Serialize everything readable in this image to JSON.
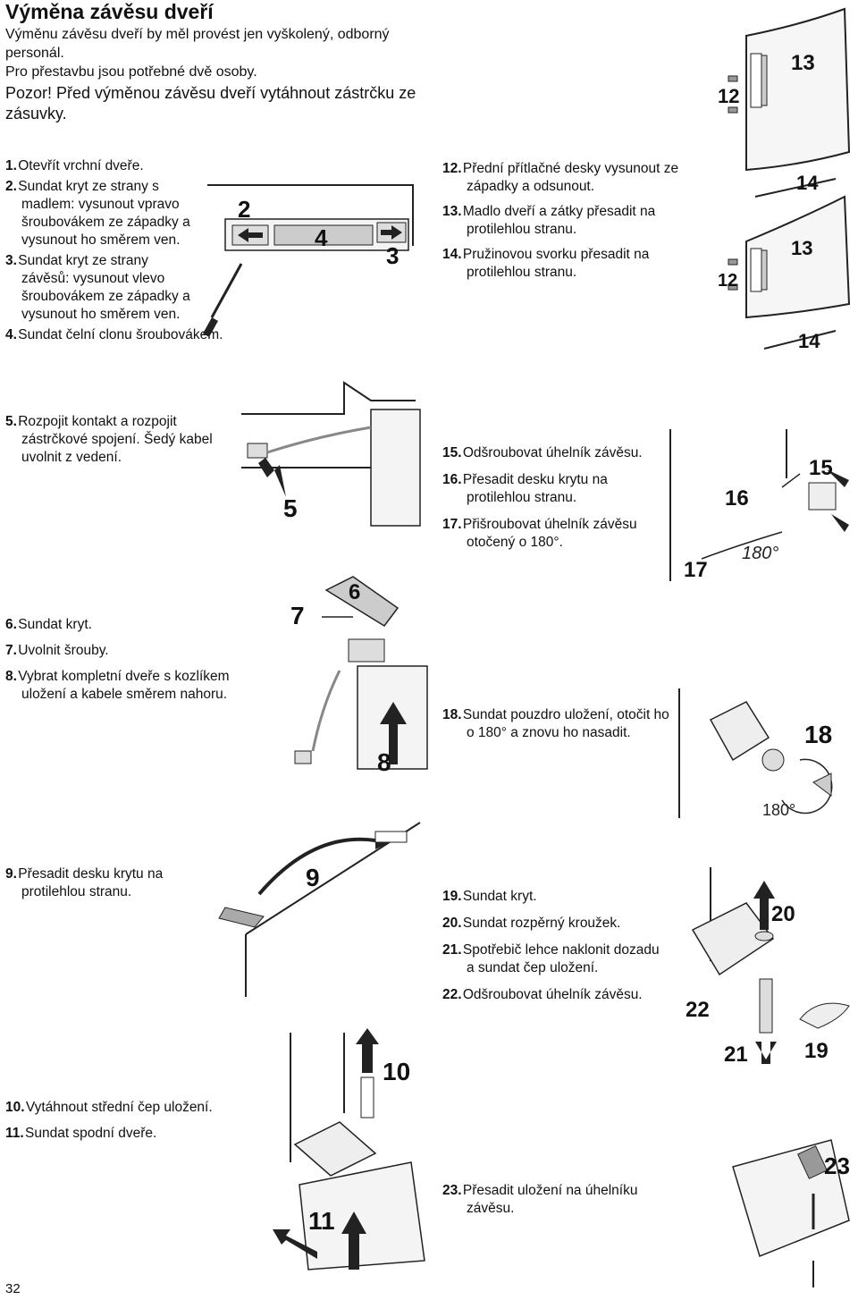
{
  "title": "Výměna závěsu dveří",
  "intro": [
    "Výměnu závěsu dveří by měl provést jen vyškolený, odborný personál.",
    "Pro přestavbu jsou potřebné dvě osoby."
  ],
  "warning": "Pozor! Před výměnou závěsu dveří vytáhnout zástrčku ze zásuvky.",
  "steps_a": [
    {
      "n": "1.",
      "t": "Otevřít vrchní dveře."
    },
    {
      "n": "2.",
      "t": "Sundat kryt ze strany s madlem: vysunout vpravo šroubovákem ze západky a vysunout ho směrem ven."
    },
    {
      "n": "3.",
      "t": "Sundat kryt ze strany závěsů: vysunout vlevo šroubovákem ze západky a vysunout ho směrem ven."
    },
    {
      "n": "4.",
      "t": "Sundat čelní clonu šroubovákem."
    }
  ],
  "steps_b": [
    {
      "n": "12.",
      "t": "Přední přítlačné desky vysunout ze západky a odsunout."
    },
    {
      "n": "13.",
      "t": "Madlo dveří a zátky přesadit na protilehlou stranu."
    },
    {
      "n": "14.",
      "t": "Pružinovou svorku přesadit na protilehlou stranu."
    }
  ],
  "step5": {
    "n": "5.",
    "t": "Rozpojit kontakt a rozpojit zástrčkové spojení. Šedý kabel uvolnit z vedení."
  },
  "steps_c": [
    {
      "n": "15.",
      "t": "Odšroubovat úhelník závěsu."
    },
    {
      "n": "16.",
      "t": "Přesadit desku krytu na protilehlou stranu."
    },
    {
      "n": "17.",
      "t": "Přišroubovat úhelník závěsu otočený o 180°."
    }
  ],
  "steps_d": [
    {
      "n": "6.",
      "t": "Sundat kryt."
    },
    {
      "n": "7.",
      "t": "Uvolnit šrouby."
    },
    {
      "n": "8.",
      "t": "Vybrat kompletní dveře s kozlíkem uložení a kabele směrem nahoru."
    }
  ],
  "step18": {
    "n": "18.",
    "t": "Sundat pouzdro uložení, otočit ho o 180° a znovu ho nasadit."
  },
  "step9": {
    "n": "9.",
    "t": "Přesadit desku krytu na protilehlou stranu."
  },
  "steps_e": [
    {
      "n": "19.",
      "t": "Sundat kryt."
    },
    {
      "n": "20.",
      "t": "Sundat rozpěrný kroužek."
    },
    {
      "n": "21.",
      "t": "Spotřebič lehce naklonit dozadu a sundat čep uložení."
    },
    {
      "n": "22.",
      "t": "Odšroubovat úhelník závěsu."
    }
  ],
  "steps_f": [
    {
      "n": "10.",
      "t": "Vytáhnout střední čep uložení."
    },
    {
      "n": "11.",
      "t": "Sundat spodní dveře."
    }
  ],
  "step23": {
    "n": "23.",
    "t": "Přesadit uložení na úhelníku závěsu."
  },
  "figure_labels": {
    "f1": [
      "2",
      "4",
      "3"
    ],
    "f2": [
      "13",
      "12"
    ],
    "f3": [
      "14",
      "13",
      "12",
      "14"
    ],
    "f5": [
      "5"
    ],
    "f15": [
      "15",
      "16",
      "17",
      "180°"
    ],
    "f6": [
      "7",
      "6",
      "8"
    ],
    "f18": [
      "18",
      "180°"
    ],
    "f9": [
      "9"
    ],
    "f19": [
      "20",
      "22",
      "21",
      "19"
    ],
    "f10": [
      "10",
      "11"
    ],
    "f23": [
      "23"
    ]
  },
  "page_number": "32"
}
